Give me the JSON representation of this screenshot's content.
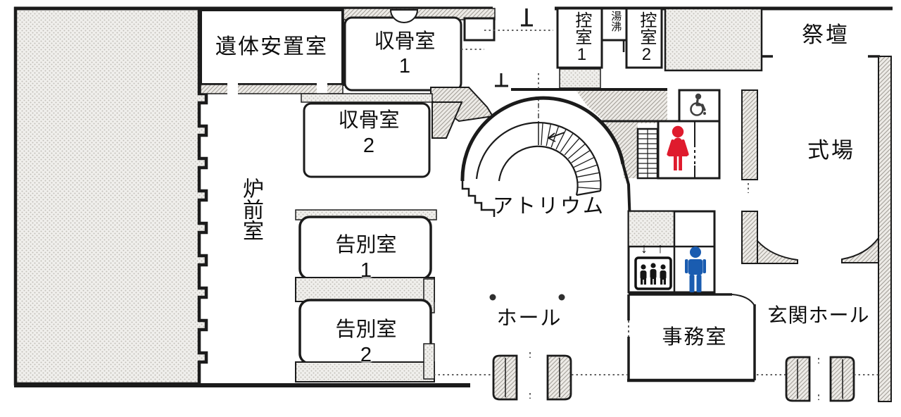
{
  "rooms": {
    "morgue": "遺体安置室",
    "ossuary1": {
      "name": "収骨室",
      "number": "1"
    },
    "ossuary2": {
      "name": "収骨室",
      "number": "2"
    },
    "furnace_anteroom": "炉前室",
    "farewell1": {
      "name": "告別室",
      "number": "1"
    },
    "farewell2": {
      "name": "告別室",
      "number": "2"
    },
    "atrium": "アトリウム",
    "waiting1": "控室1",
    "kettle": "湯沸",
    "waiting2": "控室2",
    "altar": "祭壇",
    "ceremony_hall": "式場",
    "hall": "ホール",
    "office": "事務室",
    "entrance_hall": "玄関ホール"
  },
  "elevator": {
    "down": "↓",
    "up": "↑"
  },
  "icons": {
    "wheelchair": "wheelchair-accessible-icon",
    "women": "womens-restroom-icon",
    "men": "mens-restroom-icon",
    "elevator": "elevator-icon"
  },
  "colors": {
    "womens_icon": "#df1b2d",
    "mens_icon": "#1a5cb0",
    "walls": "#1b1b1b",
    "wheelchair_icon": "#3f3f3f"
  }
}
